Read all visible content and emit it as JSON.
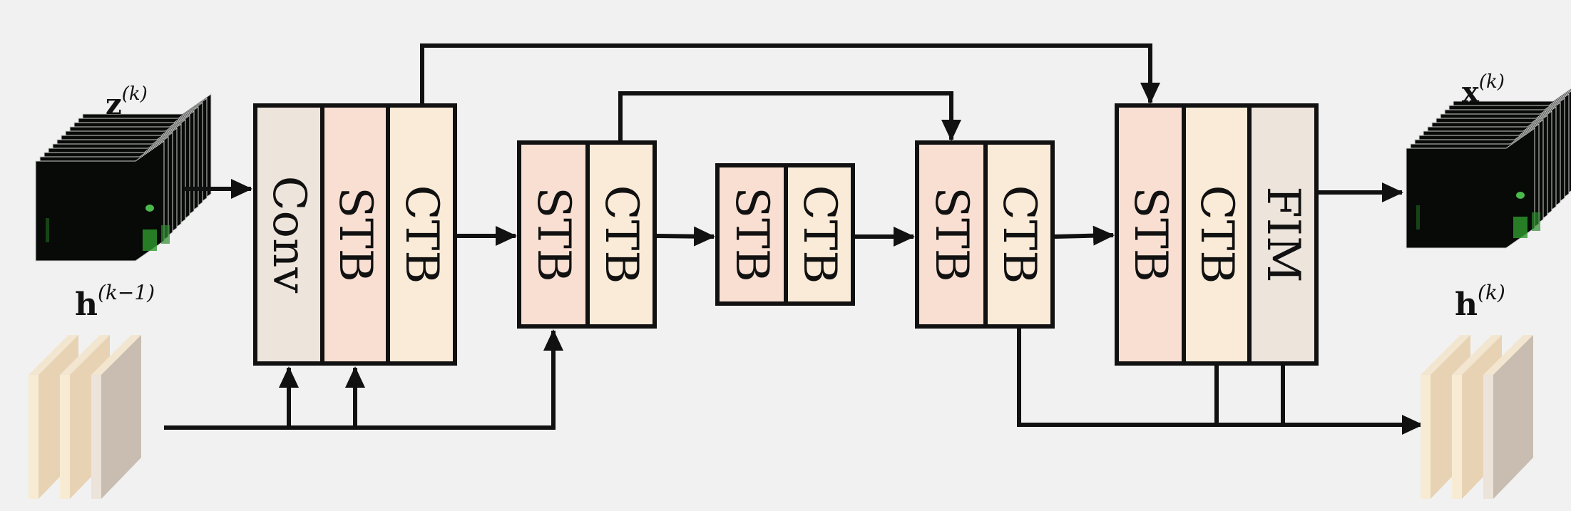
{
  "colors": {
    "background": "#f1f1f1",
    "conv": "#ede4dc",
    "stb": "#f9dfd2",
    "ctb": "#f9ebd7",
    "fim": "#ede4dc",
    "stroke": "#111111",
    "spectral_green": "#2e8b2e"
  },
  "inputs": {
    "z_base": "z",
    "z_sup": "(k)",
    "h_base": "h",
    "h_sup": "(k−1)"
  },
  "outputs": {
    "x_base": "x",
    "x_sup": "(k)",
    "h_base": "h",
    "h_sup": "(k)"
  },
  "blocks": {
    "stage1": [
      "Conv",
      "STB",
      "CTB"
    ],
    "stage2": [
      "STB",
      "CTB"
    ],
    "stage3": [
      "STB",
      "CTB"
    ],
    "stage4": [
      "STB",
      "CTB"
    ],
    "stage5": [
      "STB",
      "CTB",
      "FIM"
    ]
  },
  "icons": {
    "spectral_cube": "hyperspectral-cube-icon",
    "hidden_state": "feature-stack-icon"
  }
}
